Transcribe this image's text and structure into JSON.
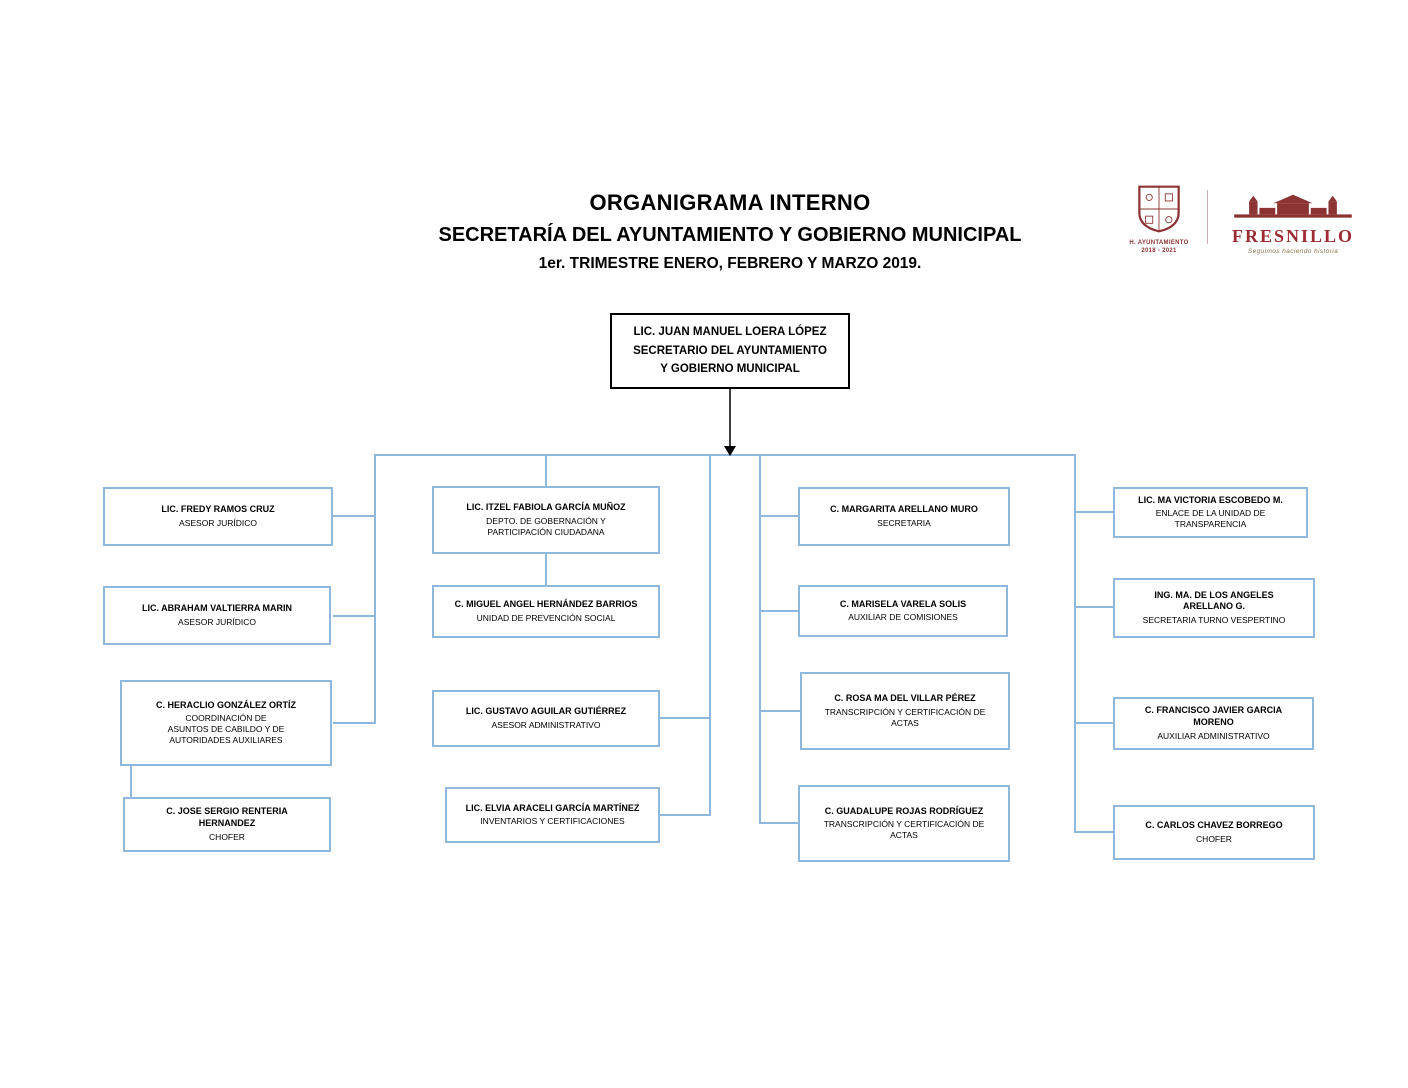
{
  "header": {
    "title": "ORGANIGRAMA INTERNO",
    "subtitle": "SECRETARÍA DEL AYUNTAMIENTO Y GOBIERNO MUNICIPAL",
    "period": "1er. TRIMESTRE ENERO, FEBRERO Y MARZO 2019."
  },
  "branding": {
    "crest_caption_line1": "H. AYUNTAMIENTO",
    "crest_caption_line2": "2018 - 2021",
    "wordmark": "FRESNILLO",
    "tagline": "Seguimos haciendo historia"
  },
  "colors": {
    "connector_blue": "#8FB8DC",
    "root_border": "#000000",
    "brand_maroon": "#8C3333",
    "wordmark_red": "#9D2B33"
  },
  "root": {
    "name": "LIC. JUAN MANUEL LOERA LÓPEZ",
    "role": "SECRETARIO DEL AYUNTAMIENTO\nY GOBIERNO MUNICIPAL"
  },
  "columns": [
    {
      "boxes": [
        {
          "name": "LIC. FREDY RAMOS CRUZ",
          "role": "ASESOR JURÍDICO"
        },
        {
          "name": "LIC. ABRAHAM VALTIERRA MARIN",
          "role": "ASESOR JURÍDICO"
        },
        {
          "name": "C. HERACLIO GONZÁLEZ ORTÍZ",
          "role": "COORDINACIÓN DE\nASUNTOS DE CABILDO Y DE\nAUTORIDADES AUXILIARES"
        },
        {
          "name": "C. JOSE SERGIO RENTERIA\nHERNANDEZ",
          "role": "CHOFER"
        }
      ]
    },
    {
      "boxes": [
        {
          "name": "LIC. ITZEL FABIOLA GARCÍA MUÑOZ",
          "role": "DEPTO. DE GOBERNACIÓN Y\nPARTICIPACIÓN CIUDADANA"
        },
        {
          "name": "C. MIGUEL ANGEL HERNÁNDEZ BARRIOS",
          "role": "UNIDAD DE PREVENCIÓN SOCIAL"
        },
        {
          "name": "LIC. GUSTAVO AGUILAR GUTIÉRREZ",
          "role": "ASESOR ADMINISTRATIVO"
        },
        {
          "name": "LIC. ELVIA ARACELI GARCÍA MARTÍNEZ",
          "role": "INVENTARIOS Y CERTIFICACIONES"
        }
      ]
    },
    {
      "boxes": [
        {
          "name": "C. MARGARITA ARELLANO MURO",
          "role": "SECRETARIA"
        },
        {
          "name": "C. MARISELA VARELA SOLIS",
          "role": "AUXILIAR DE COMISIONES"
        },
        {
          "name": "C. ROSA MA DEL VILLAR PÉREZ",
          "role": "TRANSCRIPCIÓN Y CERTIFICACIÓN DE\nACTAS"
        },
        {
          "name": "C. GUADALUPE ROJAS RODRÍGUEZ",
          "role": "TRANSCRIPCIÓN Y CERTIFICACIÓN DE\nACTAS"
        }
      ]
    },
    {
      "boxes": [
        {
          "name": "LIC. MA VICTORIA ESCOBEDO M.",
          "role": "ENLACE DE LA UNIDAD DE\nTRANSPARENCIA"
        },
        {
          "name": "ING. MA. DE LOS ANGELES\nARELLANO G.",
          "role": "SECRETARIA TURNO VESPERTINO"
        },
        {
          "name": "C. FRANCISCO JAVIER GARCIA\nMORENO",
          "role": "AUXILIAR ADMINISTRATIVO"
        },
        {
          "name": "C. CARLOS CHAVEZ BORREGO",
          "role": "CHOFER"
        }
      ]
    }
  ]
}
